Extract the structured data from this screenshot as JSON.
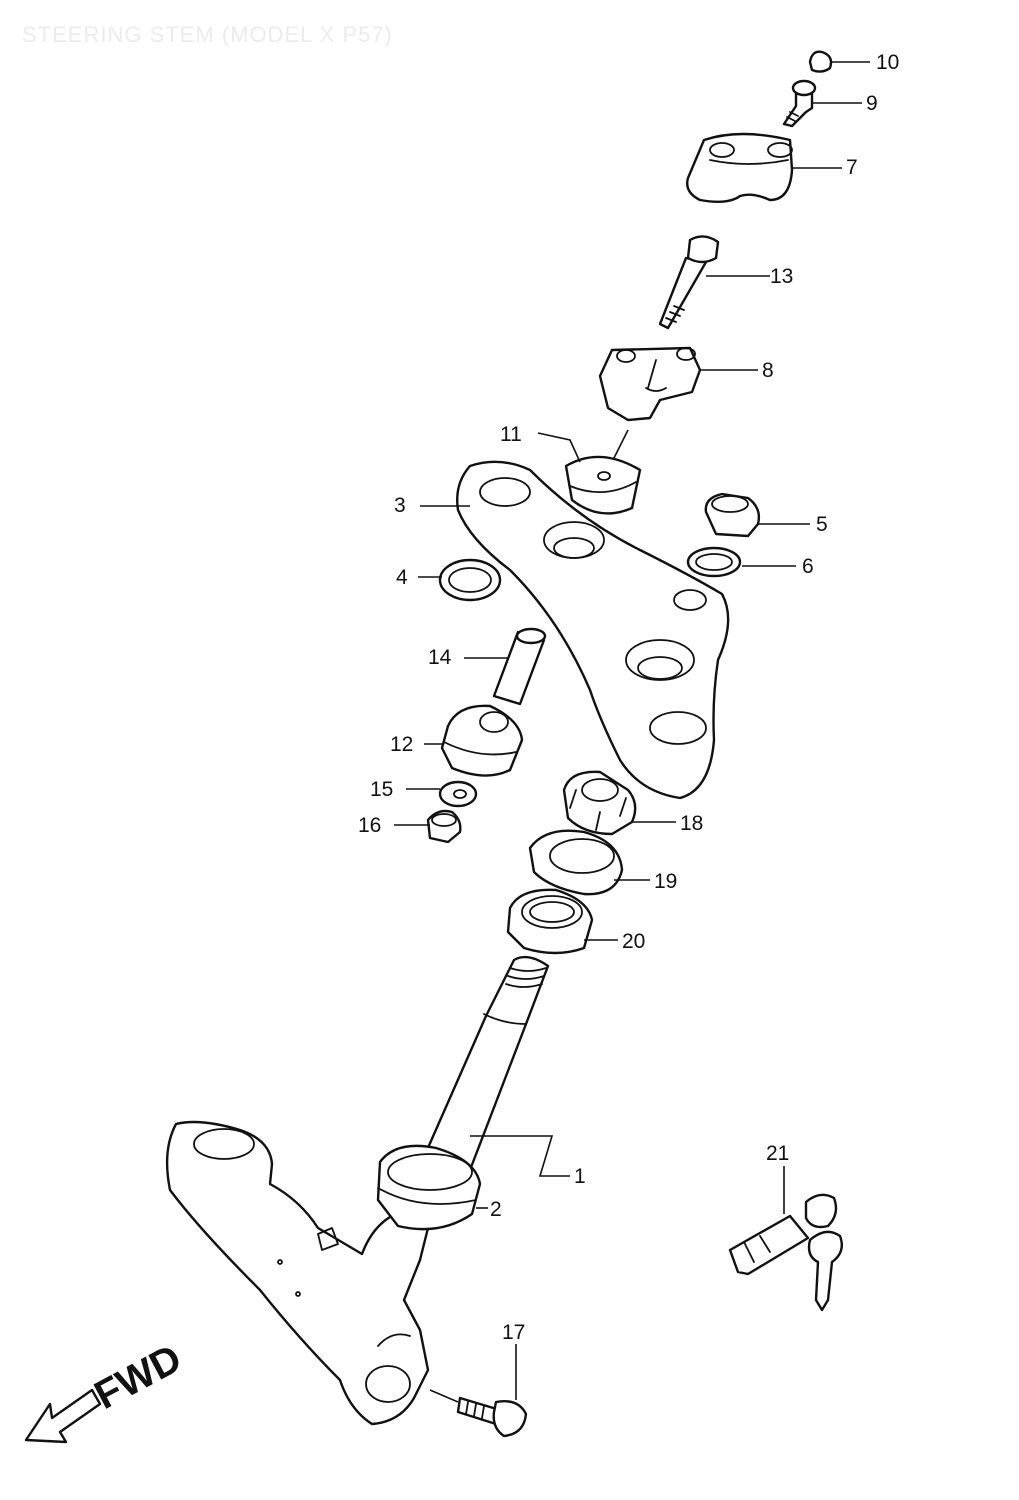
{
  "title": "STEERING STEM (MODEL X P57)",
  "direction_label": "FWD",
  "callouts": [
    "1",
    "2",
    "3",
    "4",
    "5",
    "6",
    "7",
    "8",
    "9",
    "10",
    "11",
    "12",
    "13",
    "14",
    "15",
    "16",
    "17",
    "18",
    "19",
    "20",
    "21"
  ]
}
